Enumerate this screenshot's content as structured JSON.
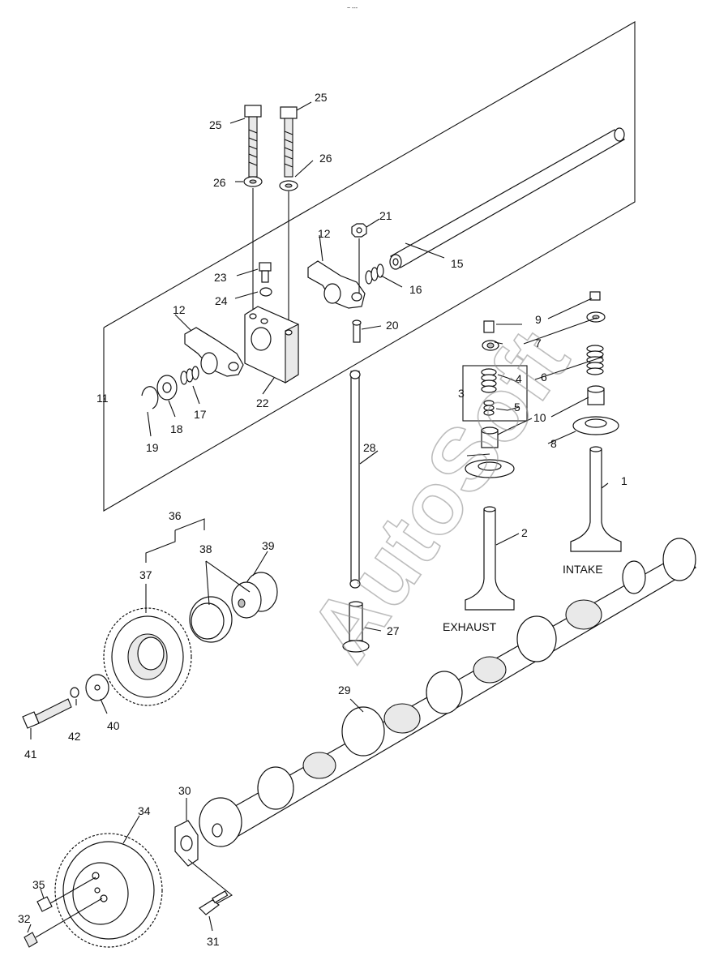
{
  "header_mark": "~ ---",
  "watermark": "AutoSoft",
  "labels": {
    "intake": "INTAKE",
    "exhaust": "EXHAUST"
  },
  "callouts": {
    "n1": "1",
    "n2": "2",
    "n3": "3",
    "n4": "4",
    "n5": "5",
    "n6": "6",
    "n7": "7",
    "n8": "8",
    "n9": "9",
    "n10": "10",
    "n11": "11",
    "n12a": "12",
    "n12b": "12",
    "n15": "15",
    "n16": "16",
    "n17": "17",
    "n18": "18",
    "n19": "19",
    "n20": "20",
    "n21": "21",
    "n22": "22",
    "n23": "23",
    "n24": "24",
    "n25a": "25",
    "n25b": "25",
    "n26a": "26",
    "n26b": "26",
    "n27": "27",
    "n28": "28",
    "n29": "29",
    "n30": "30",
    "n31": "31",
    "n32": "32",
    "n34": "34",
    "n35": "35",
    "n36": "36",
    "n37": "37",
    "n38": "38",
    "n39": "39",
    "n40": "40",
    "n41": "41",
    "n42": "42"
  }
}
